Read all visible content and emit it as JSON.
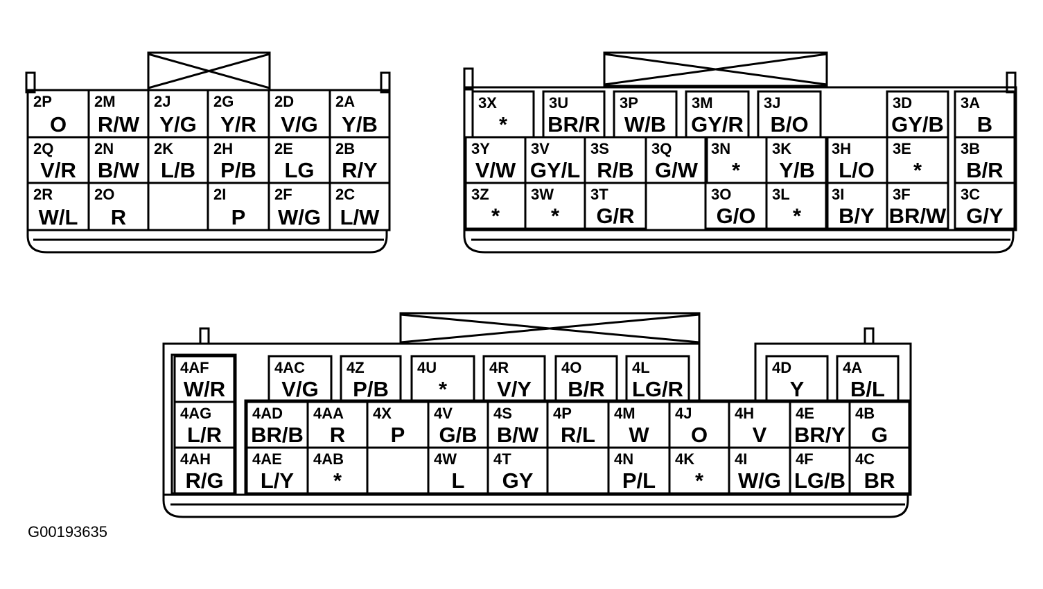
{
  "figure_id": "G00193635",
  "connectors": [
    {
      "name": "connector-2",
      "pins": [
        {
          "id": "2P",
          "color": "O"
        },
        {
          "id": "2M",
          "color": "R/W"
        },
        {
          "id": "2J",
          "color": "Y/G"
        },
        {
          "id": "2G",
          "color": "Y/R"
        },
        {
          "id": "2D",
          "color": "V/G"
        },
        {
          "id": "2A",
          "color": "Y/B"
        },
        {
          "id": "2Q",
          "color": "V/R"
        },
        {
          "id": "2N",
          "color": "B/W"
        },
        {
          "id": "2K",
          "color": "L/B"
        },
        {
          "id": "2H",
          "color": "P/B"
        },
        {
          "id": "2E",
          "color": "LG"
        },
        {
          "id": "2B",
          "color": "R/Y"
        },
        {
          "id": "2R",
          "color": "W/L"
        },
        {
          "id": "2O",
          "color": "R"
        },
        {
          "id": "2I",
          "color": "P"
        },
        {
          "id": "2F",
          "color": "W/G"
        },
        {
          "id": "2C",
          "color": "L/W"
        }
      ]
    },
    {
      "name": "connector-3",
      "pins": [
        {
          "id": "3X",
          "color": "*"
        },
        {
          "id": "3U",
          "color": "BR/R"
        },
        {
          "id": "3P",
          "color": "W/B"
        },
        {
          "id": "3M",
          "color": "GY/R"
        },
        {
          "id": "3J",
          "color": "B/O"
        },
        {
          "id": "3D",
          "color": "GY/B"
        },
        {
          "id": "3A",
          "color": "B"
        },
        {
          "id": "3Y",
          "color": "V/W"
        },
        {
          "id": "3V",
          "color": "GY/L"
        },
        {
          "id": "3S",
          "color": "R/B"
        },
        {
          "id": "3Q",
          "color": "G/W"
        },
        {
          "id": "3N",
          "color": "*"
        },
        {
          "id": "3K",
          "color": "Y/B"
        },
        {
          "id": "3H",
          "color": "L/O"
        },
        {
          "id": "3E",
          "color": "*"
        },
        {
          "id": "3B",
          "color": "B/R"
        },
        {
          "id": "3Z",
          "color": "*"
        },
        {
          "id": "3W",
          "color": "*"
        },
        {
          "id": "3T",
          "color": "G/R"
        },
        {
          "id": "3O",
          "color": "G/O"
        },
        {
          "id": "3L",
          "color": "*"
        },
        {
          "id": "3I",
          "color": "B/Y"
        },
        {
          "id": "3F",
          "color": "BR/W"
        },
        {
          "id": "3C",
          "color": "G/Y"
        }
      ]
    },
    {
      "name": "connector-4",
      "pins": [
        {
          "id": "4AF",
          "color": "W/R"
        },
        {
          "id": "4AC",
          "color": "V/G"
        },
        {
          "id": "4Z",
          "color": "P/B"
        },
        {
          "id": "4U",
          "color": "*"
        },
        {
          "id": "4R",
          "color": "V/Y"
        },
        {
          "id": "4O",
          "color": "B/R"
        },
        {
          "id": "4L",
          "color": "LG/R"
        },
        {
          "id": "4D",
          "color": "Y"
        },
        {
          "id": "4A",
          "color": "B/L"
        },
        {
          "id": "4AG",
          "color": "L/R"
        },
        {
          "id": "4AD",
          "color": "BR/B"
        },
        {
          "id": "4AA",
          "color": "R"
        },
        {
          "id": "4X",
          "color": "P"
        },
        {
          "id": "4V",
          "color": "G/B"
        },
        {
          "id": "4S",
          "color": "B/W"
        },
        {
          "id": "4P",
          "color": "R/L"
        },
        {
          "id": "4M",
          "color": "W"
        },
        {
          "id": "4J",
          "color": "O"
        },
        {
          "id": "4H",
          "color": "V"
        },
        {
          "id": "4E",
          "color": "BR/Y"
        },
        {
          "id": "4B",
          "color": "G"
        },
        {
          "id": "4AH",
          "color": "R/G"
        },
        {
          "id": "4AE",
          "color": "L/Y"
        },
        {
          "id": "4AB",
          "color": "*"
        },
        {
          "id": "4W",
          "color": "L"
        },
        {
          "id": "4T",
          "color": "GY"
        },
        {
          "id": "4N",
          "color": "P/L"
        },
        {
          "id": "4K",
          "color": "*"
        },
        {
          "id": "4I",
          "color": "W/G"
        },
        {
          "id": "4F",
          "color": "LG/B"
        },
        {
          "id": "4C",
          "color": "BR"
        }
      ]
    }
  ]
}
